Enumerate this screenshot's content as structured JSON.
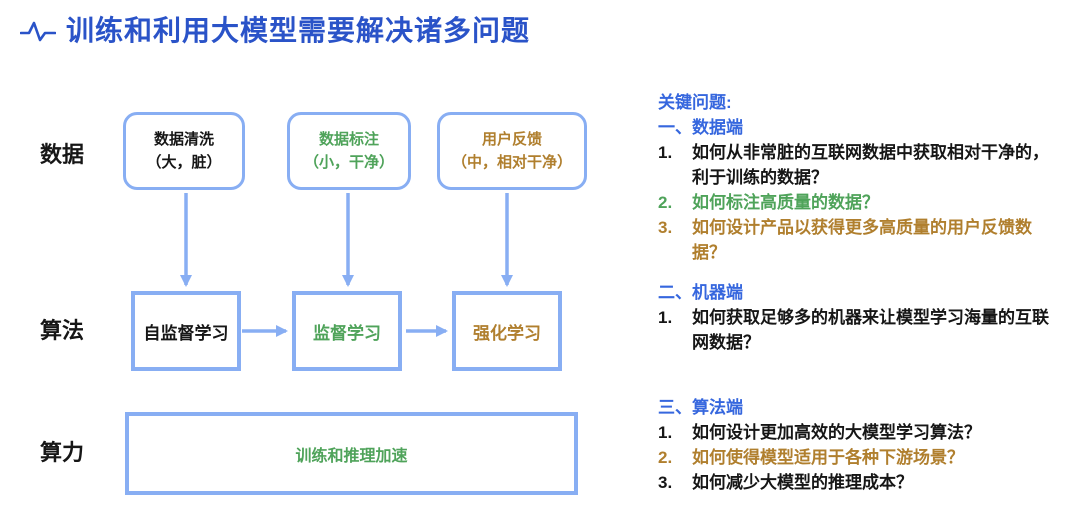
{
  "colors": {
    "title_blue": "#2a53c8",
    "heading_blue": "#3667de",
    "green": "#4fa35a",
    "orange": "#b07f2e",
    "black": "#161616",
    "diagram_blue": "#88aef3"
  },
  "title": "训练和利用大模型需要解决诸多问题",
  "diagram": {
    "row_labels": [
      "数据",
      "算法",
      "算力"
    ],
    "data_boxes": [
      {
        "line1": "数据清洗",
        "line2": "（大，脏）",
        "color": "#161616"
      },
      {
        "line1": "数据标注",
        "line2": "（小，干净）",
        "color": "#4fa35a"
      },
      {
        "line1": "用户反馈",
        "line2": "（中，相对干净）",
        "color": "#b07f2e"
      }
    ],
    "algo_boxes": [
      {
        "label": "自监督学习",
        "color": "#161616"
      },
      {
        "label": "监督学习",
        "color": "#4fa35a"
      },
      {
        "label": "强化学习",
        "color": "#b07f2e"
      }
    ],
    "compute_box": {
      "label": "训练和推理加速",
      "color": "#4fa35a"
    }
  },
  "panel": {
    "heading": "关键问题:",
    "sections": [
      {
        "title": "一、数据端",
        "items": [
          {
            "num": "1.",
            "text": "如何从非常脏的互联网数据中获取相对干净的，利于训练的数据？",
            "color": "#161616"
          },
          {
            "num": "2.",
            "text": "如何标注高质量的数据？",
            "color": "#4fa35a"
          },
          {
            "num": "3.",
            "text": "如何设计产品以获得更多高质量的用户反馈数据？",
            "color": "#b07f2e"
          }
        ]
      },
      {
        "title": "二、机器端",
        "items": [
          {
            "num": "1.",
            "text": "如何获取足够多的机器来让模型学习海量的互联网数据？",
            "color": "#161616"
          }
        ]
      },
      {
        "title": "三、算法端",
        "items": [
          {
            "num": "1.",
            "text": "如何设计更加高效的大模型学习算法？",
            "color": "#161616"
          },
          {
            "num": "2.",
            "text": "如何使得模型适用于各种下游场景？",
            "color": "#b07f2e"
          },
          {
            "num": "3.",
            "text": "如何减少大模型的推理成本？",
            "color": "#161616"
          }
        ]
      }
    ]
  }
}
